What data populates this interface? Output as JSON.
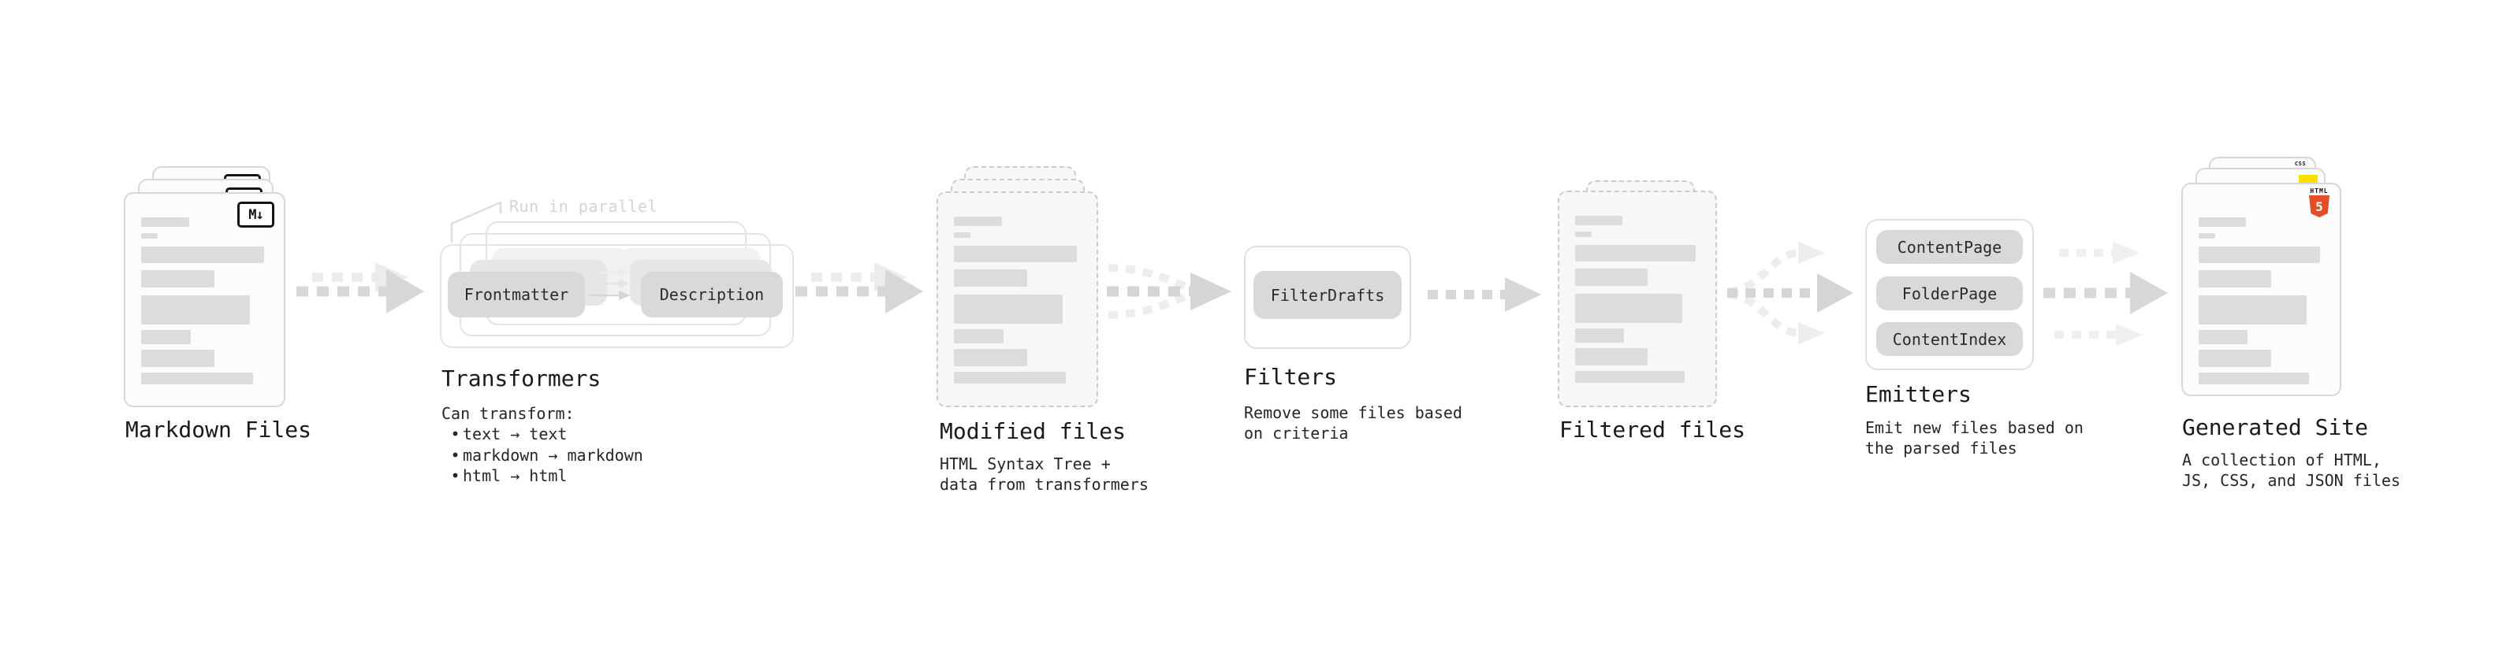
{
  "ui": {
    "bullet": "•"
  },
  "stages": {
    "markdown": {
      "label": "Markdown Files",
      "badge": "M↓"
    },
    "transformers": {
      "label": "Transformers",
      "annotation": "Run in parallel",
      "pill_left": "Frontmatter",
      "pill_right": "Description",
      "note_title": "Can transform:",
      "bullets": [
        "text → text",
        "markdown → markdown",
        "html → html"
      ]
    },
    "modified": {
      "label": "Modified files",
      "note": [
        "HTML Syntax Tree +",
        "data from transformers"
      ]
    },
    "filters": {
      "label": "Filters",
      "pill": "FilterDrafts",
      "note": [
        "Remove some files based",
        "on criteria"
      ]
    },
    "filtered": {
      "label": "Filtered files"
    },
    "emitters": {
      "label": "Emitters",
      "pills": [
        "ContentPage",
        "FolderPage",
        "ContentIndex"
      ],
      "note": [
        "Emit new files based on",
        "the parsed files"
      ]
    },
    "generated": {
      "label": "Generated Site",
      "note": [
        "A collection of HTML,",
        "JS, CSS, and JSON files"
      ],
      "badge_css": "CSS",
      "badge_html_label": "HTML",
      "badge_html_number": "5"
    }
  },
  "colors": {
    "html5_orange": "#e44d26",
    "js_yellow": "#ffdf00",
    "css_blue": "#2d6bf0",
    "arrow_dark": "#d7d7d7",
    "arrow_light": "#ececec",
    "skeleton_bar": "#dcdcdc"
  }
}
